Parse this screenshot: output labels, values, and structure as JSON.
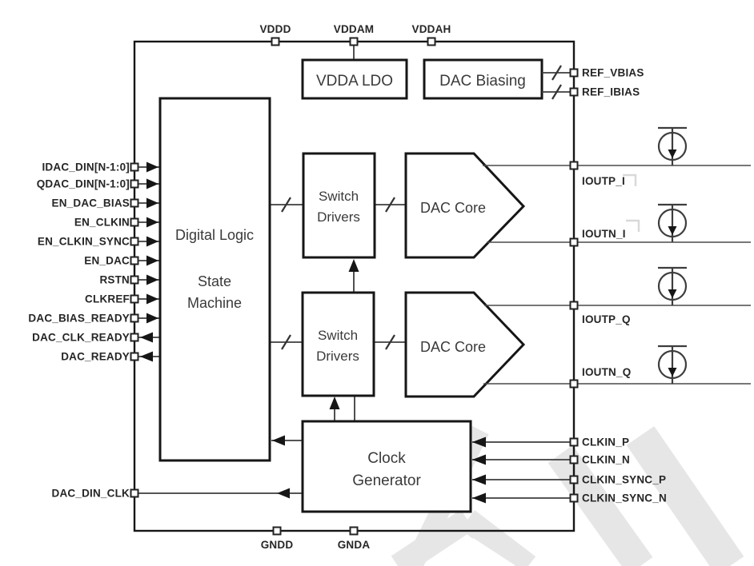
{
  "colors": {
    "stroke": "#161616",
    "wire": "#3d3d3d",
    "watermark": "#e6e6e6"
  },
  "chip": {
    "blocks": {
      "digital_logic": {
        "lines": [
          "Digital Logic",
          "State",
          "Machine"
        ]
      },
      "vdda_ldo": {
        "label": "VDDA LDO"
      },
      "dac_biasing": {
        "label": "DAC Biasing"
      },
      "switch_drivers_i": {
        "lines": [
          "Switch",
          "Drivers"
        ]
      },
      "switch_drivers_q": {
        "lines": [
          "Switch",
          "Drivers"
        ]
      },
      "dac_core_i": {
        "label": "DAC Core"
      },
      "dac_core_q": {
        "label": "DAC Core"
      },
      "clock_generator": {
        "lines": [
          "Clock",
          "Generator"
        ]
      }
    },
    "pins": {
      "top": [
        {
          "label": "VDDD"
        },
        {
          "label": "VDDAM"
        },
        {
          "label": "VDDAH"
        }
      ],
      "bottom": [
        {
          "label": "GNDD"
        },
        {
          "label": "GNDA"
        }
      ],
      "left": [
        {
          "label": "IDAC_DIN[N-1:0]",
          "dir": "in"
        },
        {
          "label": "QDAC_DIN[N-1:0]",
          "dir": "in"
        },
        {
          "label": "EN_DAC_BIAS",
          "dir": "in"
        },
        {
          "label": "EN_CLKIN",
          "dir": "in"
        },
        {
          "label": "EN_CLKIN_SYNC",
          "dir": "in"
        },
        {
          "label": "EN_DAC",
          "dir": "in"
        },
        {
          "label": "RSTN",
          "dir": "in"
        },
        {
          "label": "CLKREF",
          "dir": "in"
        },
        {
          "label": "DAC_BIAS_READY",
          "dir": "in"
        },
        {
          "label": "DAC_CLK_READY",
          "dir": "out"
        },
        {
          "label": "DAC_READY",
          "dir": "out"
        },
        {
          "label": "DAC_DIN_CLK",
          "dir": "out"
        }
      ],
      "right": [
        {
          "label": "REF_VBIAS",
          "dir": "out",
          "bus": true
        },
        {
          "label": "REF_IBIAS",
          "dir": "out",
          "bus": true
        },
        {
          "label": "IOUTP_I",
          "dir": "out"
        },
        {
          "label": "IOUTN_I",
          "dir": "out"
        },
        {
          "label": "IOUTP_Q",
          "dir": "out"
        },
        {
          "label": "IOUTN_Q",
          "dir": "out"
        },
        {
          "label": "CLKIN_P",
          "dir": "in"
        },
        {
          "label": "CLKIN_N",
          "dir": "in"
        },
        {
          "label": "CLKIN_SYNC_P",
          "dir": "in"
        },
        {
          "label": "CLKIN_SYNC_N",
          "dir": "in"
        }
      ]
    }
  }
}
